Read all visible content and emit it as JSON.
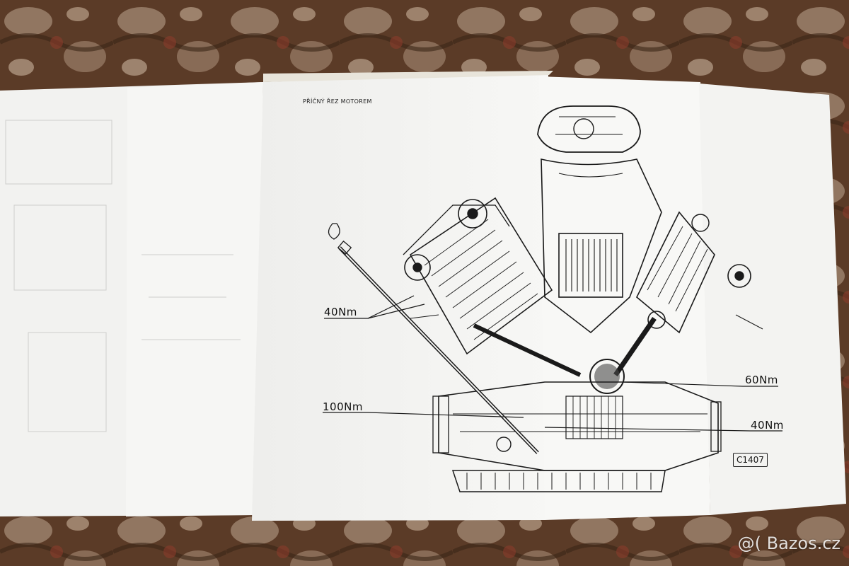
{
  "document": {
    "title": "PŘÍČNÝ ŘEZ MOTOREM",
    "torque_labels": {
      "upper_left": "40Nm",
      "lower_left": "100Nm",
      "upper_right": "60Nm",
      "lower_right": "40Nm"
    },
    "drawing_code": "C1407"
  },
  "watermark": "@( Bazos.cz",
  "colors": {
    "carpet_base": "#5a3a26",
    "paper": "#f4f4f2",
    "ink": "#1a1a1a"
  }
}
